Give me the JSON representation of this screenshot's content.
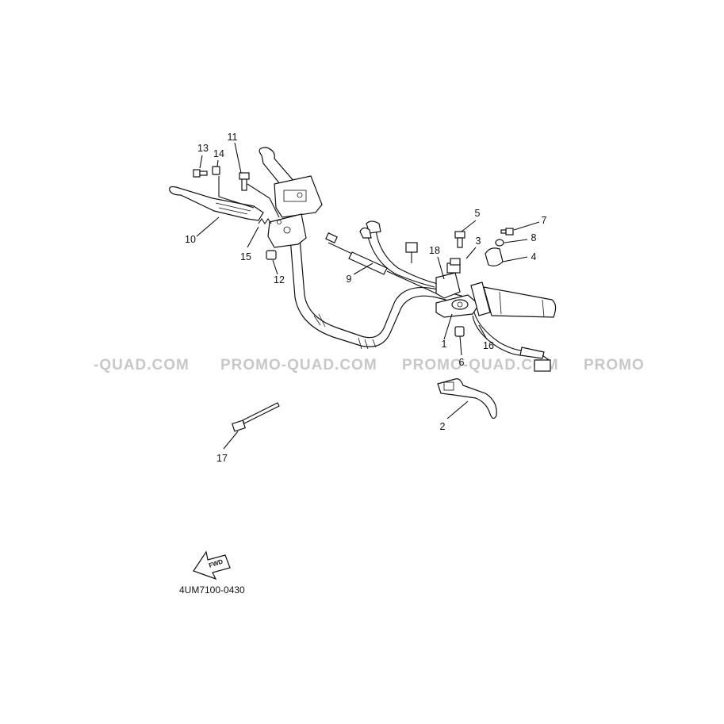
{
  "watermark": {
    "texts": [
      "-QUAD.COM",
      "PROMO-QUAD.COM",
      "PROMO-QUAD.COM",
      "PROMO"
    ]
  },
  "callouts": [
    {
      "id": "1",
      "text": "1"
    },
    {
      "id": "2",
      "text": "2"
    },
    {
      "id": "3",
      "text": "3"
    },
    {
      "id": "4",
      "text": "4"
    },
    {
      "id": "5",
      "text": "5"
    },
    {
      "id": "6",
      "text": "6"
    },
    {
      "id": "7",
      "text": "7"
    },
    {
      "id": "8",
      "text": "8"
    },
    {
      "id": "9",
      "text": "9"
    },
    {
      "id": "10",
      "text": "10"
    },
    {
      "id": "11",
      "text": "11"
    },
    {
      "id": "12",
      "text": "12"
    },
    {
      "id": "13",
      "text": "13"
    },
    {
      "id": "14",
      "text": "14"
    },
    {
      "id": "15",
      "text": "15"
    },
    {
      "id": "16",
      "text": "16"
    },
    {
      "id": "17",
      "text": "17"
    },
    {
      "id": "18",
      "text": "18"
    }
  ],
  "fwd_arrow": {
    "text": "FWD"
  },
  "diagram_code": "4UM7100-0430"
}
